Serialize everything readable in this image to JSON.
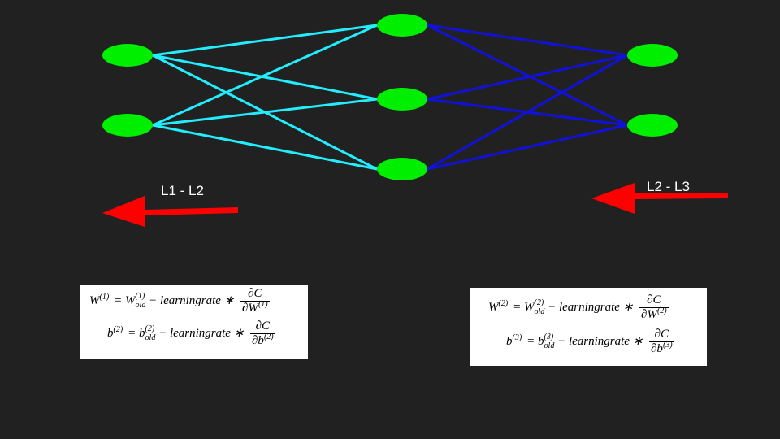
{
  "colors": {
    "background": "#212121",
    "neuron": "#00ee00",
    "edges_l1_l2": "#22eeff",
    "edges_l2_l3": "#1111dd",
    "arrow": "#ff0000",
    "label_text": "#ffffff",
    "formula_bg": "#ffffff"
  },
  "network": {
    "layers": [
      {
        "name": "L1",
        "neurons": 2
      },
      {
        "name": "L2",
        "neurons": 3
      },
      {
        "name": "L3",
        "neurons": 2
      }
    ],
    "connections": "fully-connected between adjacent layers"
  },
  "labels": {
    "left_arrow": "L1 - L2",
    "right_arrow": "L2 - L3"
  },
  "arrows": {
    "left": {
      "direction": "left"
    },
    "right": {
      "direction": "left"
    }
  },
  "formulas": {
    "left": [
      {
        "lhs_var": "W",
        "lhs_sup": "(1)",
        "old_var": "W",
        "old_sup": "(1)",
        "old_sub": "old",
        "middle": " − learningrate ∗ ",
        "num": "∂C",
        "den_var": "∂W",
        "den_sup": "(1)"
      },
      {
        "lhs_var": "b",
        "lhs_sup": "(2)",
        "old_var": "b",
        "old_sup": "(2)",
        "old_sub": "old",
        "middle": " − learningrate ∗ ",
        "num": "∂C",
        "den_var": "∂b",
        "den_sup": "(2)"
      }
    ],
    "right": [
      {
        "lhs_var": "W",
        "lhs_sup": "(2)",
        "old_var": "W",
        "old_sup": "(2)",
        "old_sub": "old",
        "middle": " − learningrate ∗ ",
        "num": "∂C",
        "den_var": "∂W",
        "den_sup": "(2)"
      },
      {
        "lhs_var": "b",
        "lhs_sup": "(3)",
        "old_var": "b",
        "old_sup": "(3)",
        "old_sub": "old",
        "middle": " − learningrate ∗ ",
        "num": "∂C",
        "den_var": "∂b",
        "den_sup": "(3)"
      }
    ]
  }
}
